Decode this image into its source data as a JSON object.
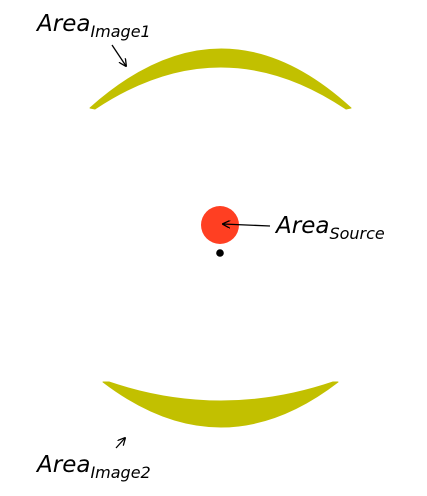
{
  "labels": {
    "image1": {
      "main": "Area",
      "sub": "Image1"
    },
    "source": {
      "main": "Area",
      "sub": "Source"
    },
    "image2": {
      "main": "Area",
      "sub": "Image2"
    }
  },
  "colors": {
    "image_arc": "#c2c000",
    "source_disk": "#ff3f22",
    "lens_dot": "#000000",
    "arrows": "#000000",
    "background": "#ffffff"
  }
}
